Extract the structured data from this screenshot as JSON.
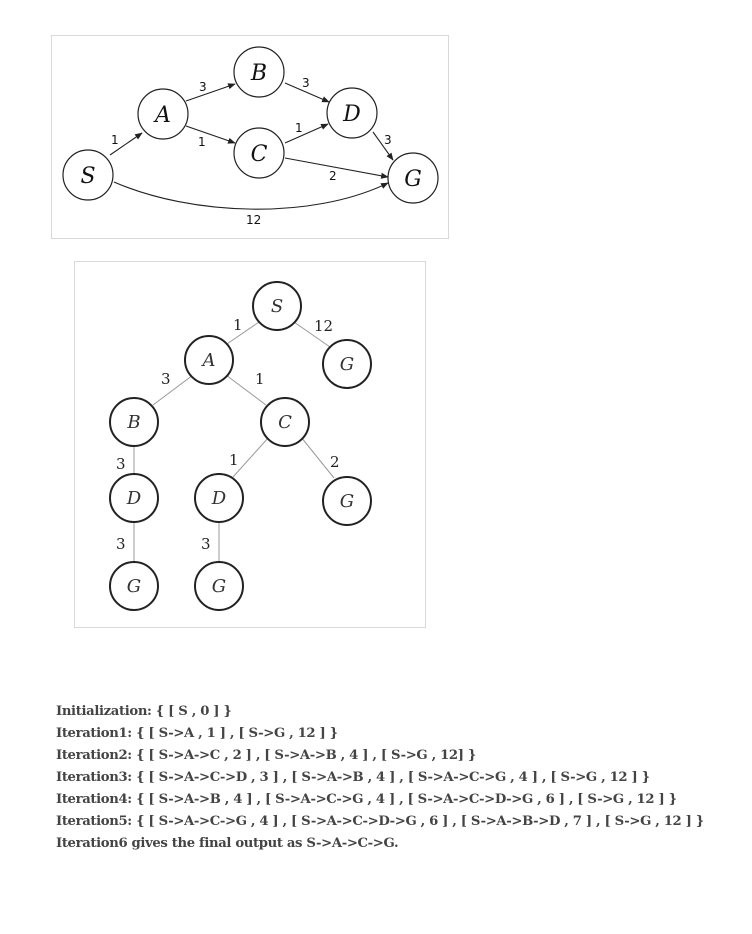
{
  "graph": {
    "nodes": {
      "S": "S",
      "A": "A",
      "B": "B",
      "C": "C",
      "D": "D",
      "G": "G"
    },
    "edges": {
      "S_A": "1",
      "A_B": "3",
      "A_C": "1",
      "B_D": "3",
      "C_D": "1",
      "C_G": "2",
      "D_G": "3",
      "S_G": "12"
    }
  },
  "tree": {
    "nodes": {
      "root_S": "S",
      "A": "A",
      "G_top": "G",
      "B": "B",
      "C": "C",
      "D_under_B": "D",
      "D_under_C": "D",
      "G_under_C": "G",
      "G_under_BD": "G",
      "G_under_CD": "G"
    },
    "edges": {
      "S_A": "1",
      "S_G": "12",
      "A_B": "3",
      "A_C": "1",
      "B_D": "3",
      "C_D": "1",
      "C_G": "2",
      "BD_G": "3",
      "CD_G": "3"
    }
  },
  "iterations": [
    "Initialization: { [ S , 0 ] }",
    "Iteration1: { [ S->A , 1 ] , [ S->G , 12 ] }",
    "Iteration2: { [ S->A->C , 2 ] , [ S->A->B , 4 ] , [ S->G , 12] }",
    "Iteration3: { [ S->A->C->D , 3 ] , [ S->A->B , 4 ] , [ S->A->C->G , 4 ] , [ S->G , 12 ] }",
    "Iteration4: { [ S->A->B , 4 ] , [ S->A->C->G , 4 ] , [ S->A->C->D->G , 6 ] , [ S->G , 12 ] }",
    "Iteration5: { [ S->A->C->G , 4 ] , [ S->A->C->D->G , 6 ] , [ S->A->B->D , 7 ] , [ S->G , 12 ] }",
    "Iteration6 gives the final output as S->A->C->G."
  ]
}
